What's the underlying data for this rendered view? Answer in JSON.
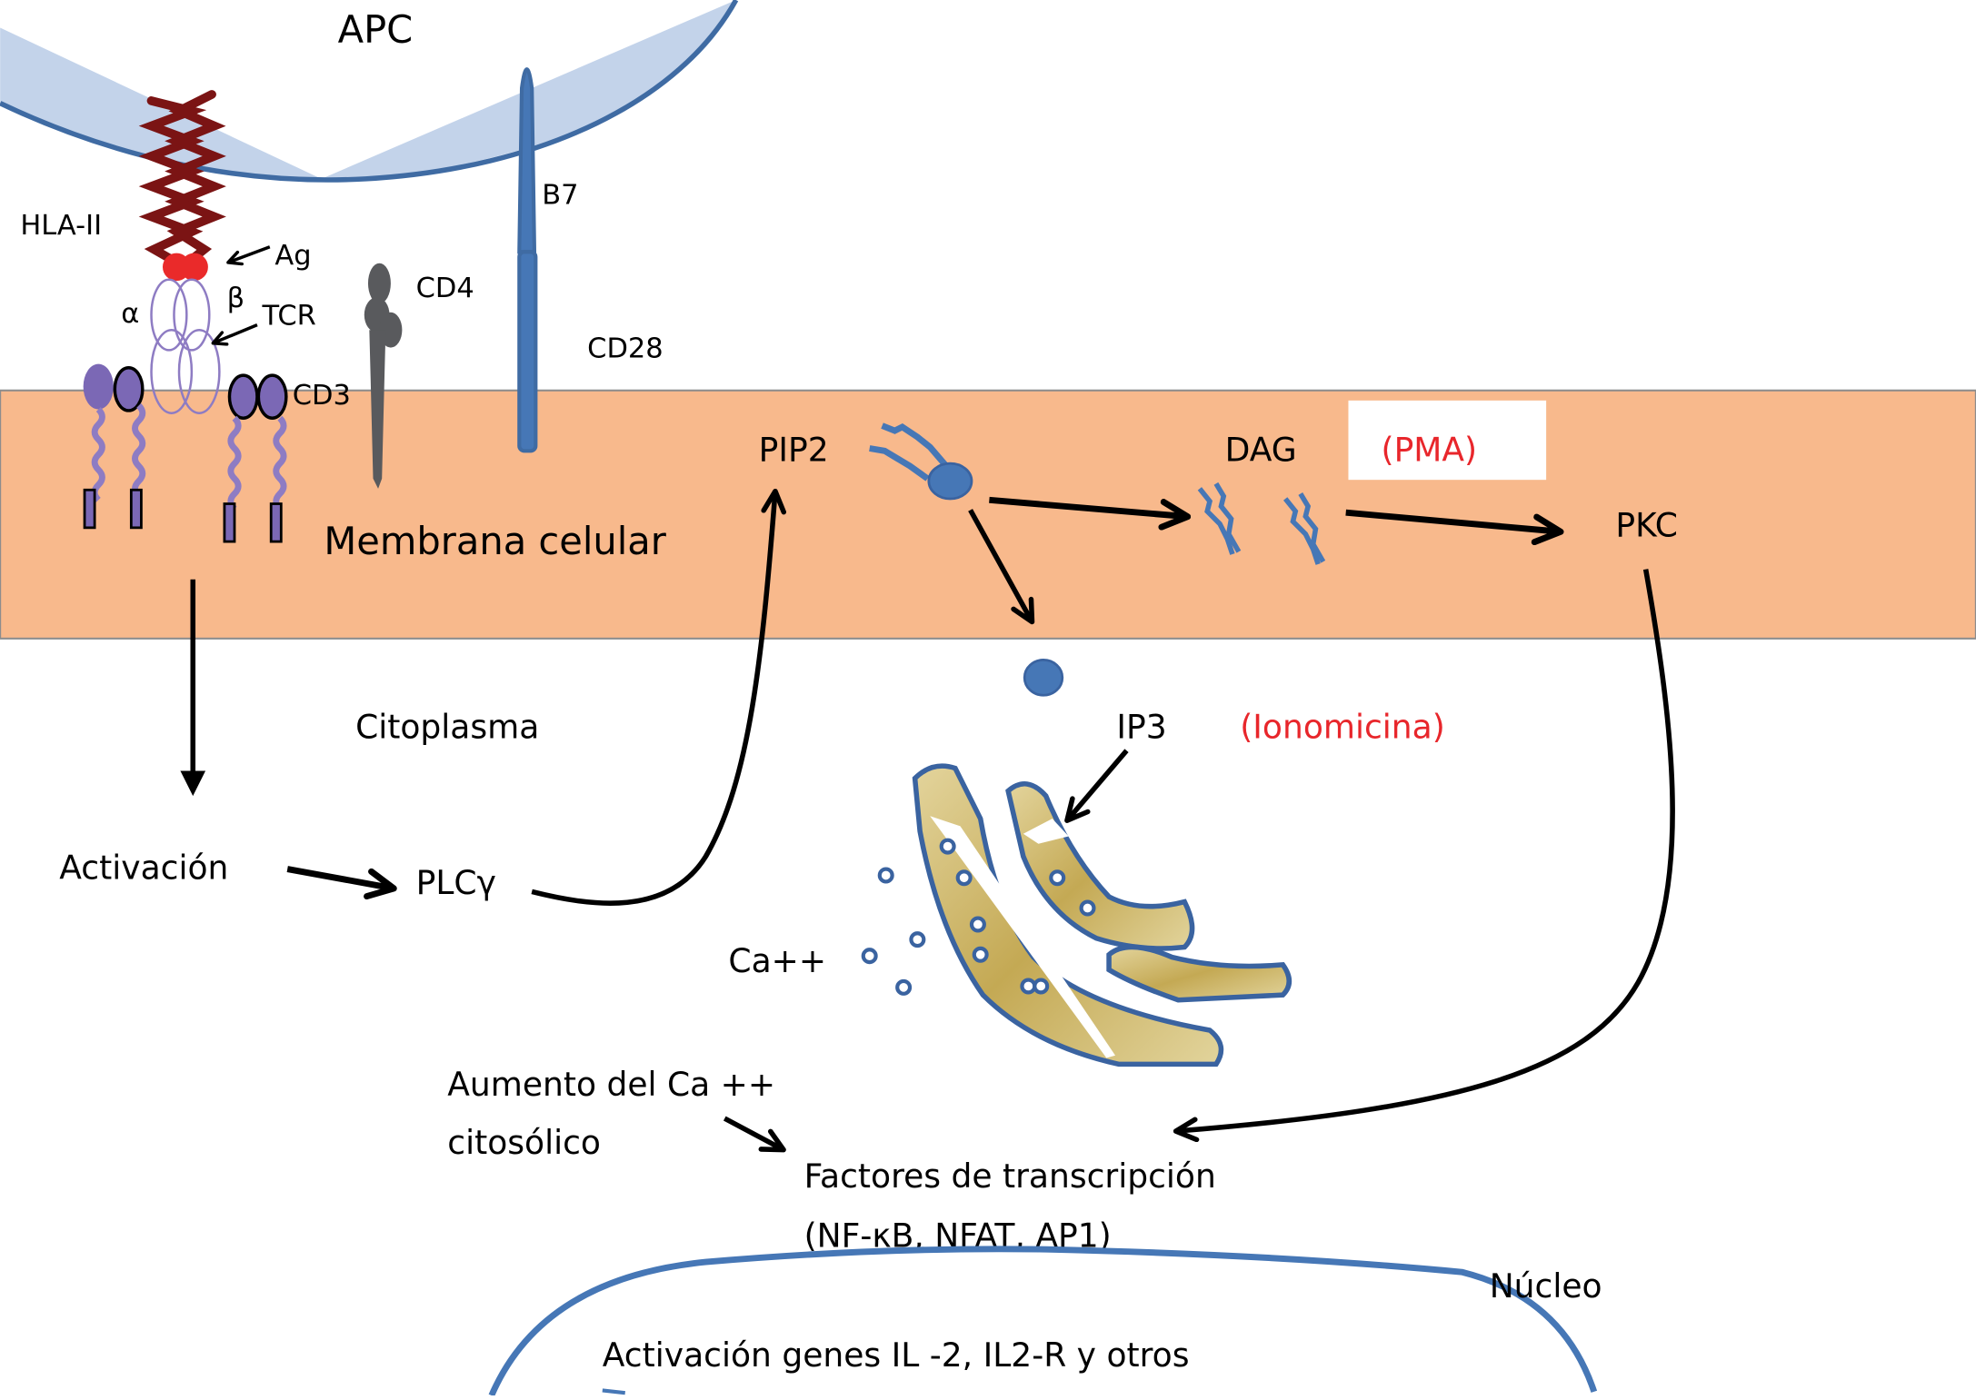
{
  "title": "Activación del linfocito T: vía de señalización TCR",
  "colors": {
    "membrane": "#f8b98c",
    "membrane_border": "#8d8d8d",
    "apc_fill": "#c3d3ea",
    "apc_stroke": "#3f6ba3",
    "protein_blue": "#4677b6",
    "hla": "#7b1414",
    "antigen": "#ea2a2a",
    "tcr": "#8e7cc3",
    "cd3": "#7b68b5",
    "cd4": "#595a5d",
    "er_fill": "#d6c07d",
    "er_stroke": "#3a63a0",
    "nucleus": "#4677b6",
    "drug_text": "#e8262b",
    "arrow": "#000000"
  },
  "labels": {
    "apc": "APC",
    "hla": "HLA-II",
    "ag": "Ag",
    "alpha": "α",
    "beta": "β",
    "tcr": "TCR",
    "cd3": "CD3",
    "cd4": "CD4",
    "b7": "B7",
    "cd28": "CD28",
    "membrane": "Membrana celular",
    "cytoplasm": "Citoplasma",
    "pip2": "PIP2",
    "dag": "DAG",
    "pma": "(PMA)",
    "pkc": "PKC",
    "ip3": "IP3",
    "ionomycin": "(Ionomicina)",
    "activation": "Activación",
    "plcg": "PLCγ",
    "calcium": "Ca++",
    "ca_increase_line1": "Aumento del Ca ++",
    "ca_increase_line2": "citosólico",
    "tf_line1": "Factores de transcripción",
    "tf_line2": "(NF-κB, NFAT, AP1)",
    "nucleus": "Núcleo",
    "gene_activation": "Activación genes IL -2, IL2-R y otros"
  },
  "pathway_steps": [
    {
      "from": "TCR/CD3",
      "to": "Activación"
    },
    {
      "from": "Activación",
      "to": "PLCγ"
    },
    {
      "from": "PLCγ",
      "to": "PIP2"
    },
    {
      "from": "PIP2",
      "to": "DAG"
    },
    {
      "from": "PIP2",
      "to": "IP3"
    },
    {
      "from": "DAG",
      "to": "PKC"
    },
    {
      "from": "IP3",
      "to": "Retículo endoplásmico (Ca++)"
    },
    {
      "from": "Aumento del Ca ++ citosólico",
      "to": "Factores de transcripción"
    },
    {
      "from": "PKC",
      "to": "Factores de transcripción"
    }
  ]
}
